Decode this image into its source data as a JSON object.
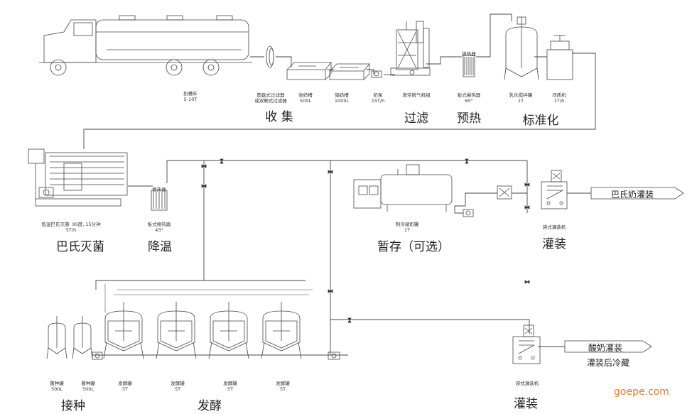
{
  "equipment_labels": {
    "milk_truck": [
      "奶槽车",
      "5-10T"
    ],
    "filter": [
      "圆盘式过滤器",
      "或双联式过滤器"
    ],
    "receiving_tank": [
      "收奶槽",
      "500L"
    ],
    "storage_tank": [
      "储奶槽",
      "1000L"
    ],
    "milk_pump": [
      "奶泵",
      "15T/h"
    ],
    "vacuum_degasser": [
      "真空脱气机组"
    ],
    "plate_heat_exchanger_1": [
      "板式换热器",
      "60°"
    ],
    "emulsifying_tank": [
      "乳化搅拌罐",
      "1T"
    ],
    "homogenizer": [
      "均质机",
      "1T/h"
    ],
    "pasteurizer": [
      "低温巴氏灭菌",
      "5T/h",
      "95度, 15分钟"
    ],
    "plate_heat_exchanger_2": [
      "板式换热器",
      "43°"
    ],
    "cold_storage_tank": [
      "制冷储奶罐",
      "1T"
    ],
    "bag_filler_1": [
      "袋式灌装机"
    ],
    "bag_filler_2": [
      "袋式灌装机"
    ],
    "culture_tank_1": [
      "菌种罐",
      "500L"
    ],
    "culture_tank_2": [
      "菌种罐",
      "500L"
    ],
    "ferment_tank_1": [
      "发酵罐",
      "5T"
    ],
    "ferment_tank_2": [
      "发酵罐",
      "5T"
    ],
    "ferment_tank_3": [
      "发酵罐",
      "5T"
    ],
    "ferment_tank_4": [
      "发酵罐",
      "5T"
    ]
  },
  "small_tags": {
    "heat_exchanger_1": "换热器",
    "heat_exchanger_2": "换热器"
  },
  "stages": {
    "collect": "收 集",
    "filter": "过滤",
    "preheat": "预热",
    "standardize": "标准化",
    "pasteurize": "巴氏灭菌",
    "cool": "降温",
    "temp_store": "暂存（可选）",
    "fill_1": "灌装",
    "inoculate": "接种",
    "ferment": "发酵",
    "fill_2": "灌装"
  },
  "outputs": {
    "pasteurized_filling": "巴氏奶灌装",
    "yogurt_filling": "酸奶灌装",
    "after_filling": "灌装后冷藏"
  },
  "watermark": "goepe.com"
}
